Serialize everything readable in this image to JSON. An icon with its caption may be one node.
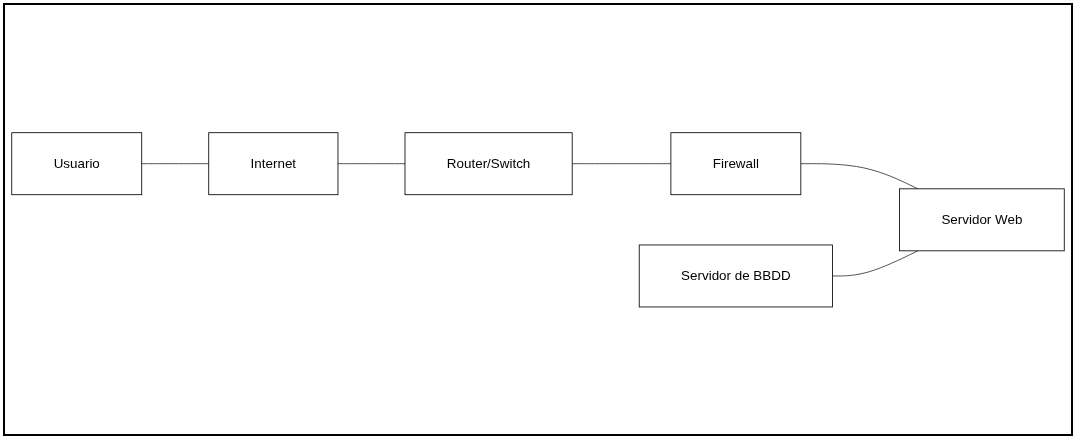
{
  "diagram": {
    "nodes": [
      {
        "text": [
          "Usuario"
        ]
      },
      {
        "text": [
          "Internet"
        ]
      },
      {
        "text": [
          "Router/Switch"
        ]
      },
      {
        "text": [
          "Firewall"
        ]
      },
      {
        "text": [
          "Servidor de BBDD"
        ]
      },
      {
        "text": [
          "Servidor Web"
        ]
      }
    ],
    "edges": [
      {
        "from": 0,
        "to": 1,
        "arrow": "none"
      },
      {
        "from": 1,
        "to": 2,
        "arrow": "none"
      },
      {
        "from": 2,
        "to": 3,
        "arrow": "none"
      },
      {
        "from": 3,
        "to": 5,
        "arrow": "none"
      },
      {
        "from": 4,
        "to": 5,
        "arrow": "none"
      }
    ]
  }
}
